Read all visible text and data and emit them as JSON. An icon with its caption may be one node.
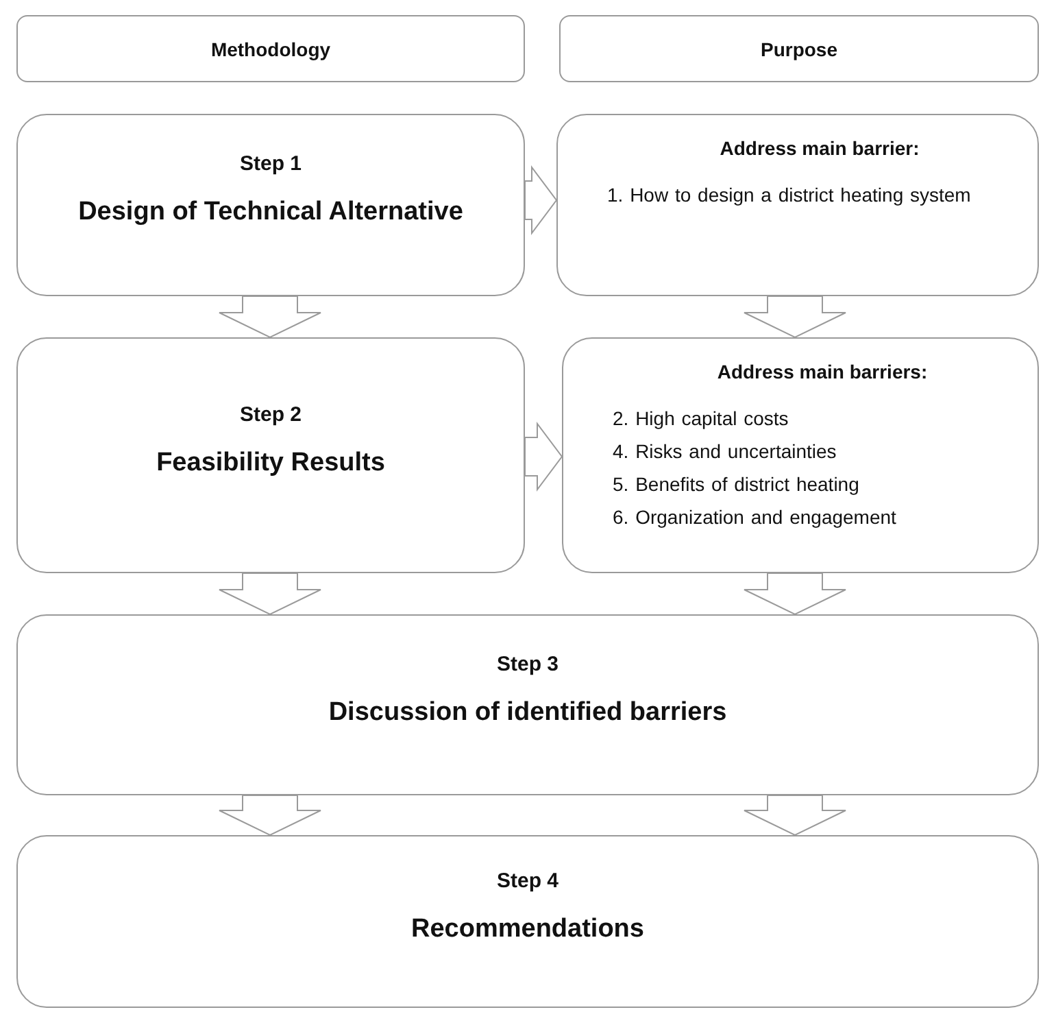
{
  "diagram": {
    "nodes": [
      {
        "text": [
          "Methodology"
        ]
      },
      {
        "text": [
          "Purpose"
        ]
      },
      {
        "text": [
          "Step 1",
          "Design of Technical Alternative"
        ]
      },
      {
        "text": [
          "Address main barrier:",
          "1. How to design a district heating system"
        ]
      },
      {
        "text": [
          "Step 2",
          "Feasibility Results"
        ]
      },
      {
        "text": [
          "Address main barriers:",
          "2. High capital costs",
          "4. Risks and uncertainties",
          "5. Benefits of district heating",
          "6. Organization and engagement"
        ]
      },
      {
        "text": [
          "Step 3",
          "Discussion of identified barriers"
        ]
      },
      {
        "text": [
          "Step 4",
          "Recommendations"
        ]
      }
    ],
    "edges": [
      {
        "from": 2,
        "to": 3,
        "arrow": "to"
      },
      {
        "from": 2,
        "to": 4,
        "arrow": "to"
      },
      {
        "from": 3,
        "to": 5,
        "arrow": "to"
      },
      {
        "from": 4,
        "to": 5,
        "arrow": "to"
      },
      {
        "from": 4,
        "to": 6,
        "arrow": "to"
      },
      {
        "from": 5,
        "to": 6,
        "arrow": "to"
      },
      {
        "from": 6,
        "to": 7,
        "arrow": "to"
      },
      {
        "from": 6,
        "to": 7,
        "arrow": "to"
      }
    ]
  }
}
